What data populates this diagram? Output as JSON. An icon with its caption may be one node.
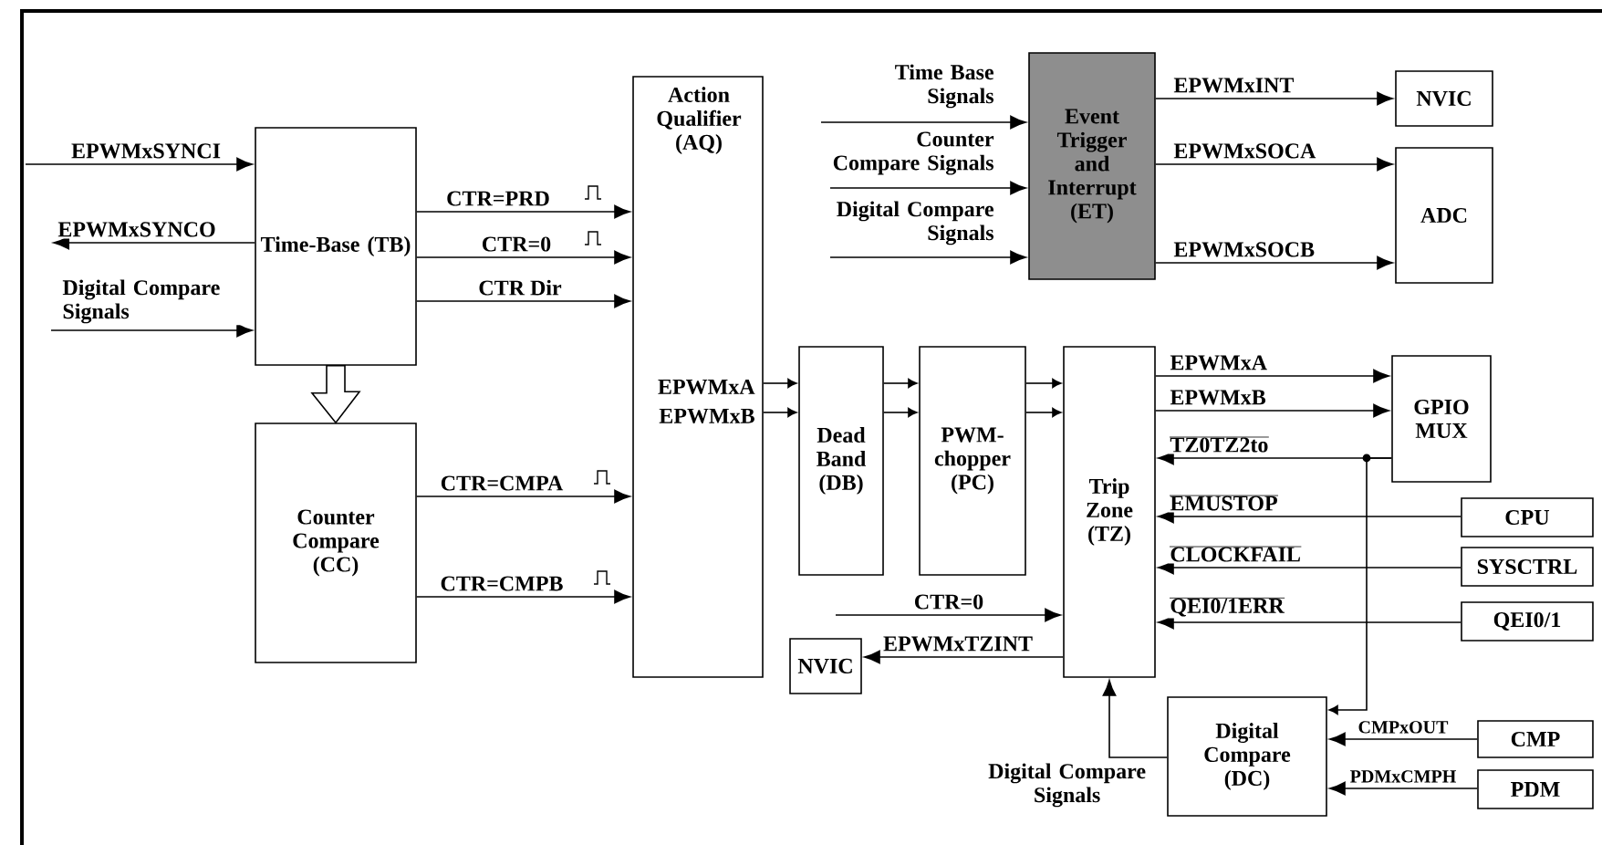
{
  "diagram": {
    "nodes": [
      {
        "text": [
          "Time-Base (TB)"
        ]
      },
      {
        "text": [
          "Counter Compare (CC)"
        ]
      },
      {
        "text": [
          "Action Qualifier (AQ)",
          "EPWMxA",
          "EPWMxB"
        ]
      },
      {
        "text": [
          "Event Trigger and Interrupt (ET)"
        ]
      },
      {
        "text": [
          "NVIC"
        ]
      },
      {
        "text": [
          "ADC"
        ]
      },
      {
        "text": [
          "Dead Band (DB)"
        ]
      },
      {
        "text": [
          "PWM-chopper (PC)"
        ]
      },
      {
        "text": [
          "Trip Zone (TZ)"
        ]
      },
      {
        "text": [
          "GPIO MUX"
        ]
      },
      {
        "text": [
          "CPU"
        ]
      },
      {
        "text": [
          "SYSCTRL"
        ]
      },
      {
        "text": [
          "QEI0/1"
        ]
      },
      {
        "text": [
          "NVIC"
        ]
      },
      {
        "text": [
          "Digital Compare (DC)"
        ]
      },
      {
        "text": [
          "CMP"
        ]
      },
      {
        "text": [
          "PDM"
        ]
      }
    ],
    "edges": [
      {
        "from": null,
        "to": 0,
        "arrow": "to",
        "label": "EPWMxSYNCI"
      },
      {
        "from": 0,
        "to": null,
        "arrow": "to",
        "label": "EPWMxSYNCO"
      },
      {
        "from": null,
        "to": 0,
        "arrow": "to",
        "label": "Digital Compare Signals"
      },
      {
        "from": 0,
        "to": 2,
        "arrow": "to",
        "label": "CTR=PRD"
      },
      {
        "from": 0,
        "to": 2,
        "arrow": "to",
        "label": "CTR=0"
      },
      {
        "from": 0,
        "to": 2,
        "arrow": "to",
        "label": "CTR Dir"
      },
      {
        "from": 0,
        "to": 1,
        "arrow": "to",
        "style": "thick"
      },
      {
        "from": 1,
        "to": 2,
        "arrow": "to",
        "label": "CTR=CMPA"
      },
      {
        "from": 1,
        "to": 2,
        "arrow": "to",
        "label": "CTR=CMPB"
      },
      {
        "from": null,
        "to": 3,
        "arrow": "to",
        "label": "Time Base Signals"
      },
      {
        "from": null,
        "to": 3,
        "arrow": "to",
        "label": "Counter Compare Signals"
      },
      {
        "from": null,
        "to": 3,
        "arrow": "to",
        "label": "Digital Compare Signals"
      },
      {
        "from": 3,
        "to": 4,
        "arrow": "to",
        "label": "EPWMxINT"
      },
      {
        "from": 3,
        "to": 5,
        "arrow": "to",
        "label": "EPWMxSOCA"
      },
      {
        "from": 3,
        "to": 5,
        "arrow": "to",
        "label": "EPWMxSOCB"
      },
      {
        "from": 2,
        "to": 6,
        "arrow": "to"
      },
      {
        "from": 2,
        "to": 6,
        "arrow": "to"
      },
      {
        "from": 6,
        "to": 7,
        "arrow": "to"
      },
      {
        "from": 6,
        "to": 7,
        "arrow": "to"
      },
      {
        "from": 7,
        "to": 8,
        "arrow": "to"
      },
      {
        "from": 7,
        "to": 8,
        "arrow": "to"
      },
      {
        "from": 8,
        "to": 9,
        "arrow": "to",
        "label": "EPWMxA"
      },
      {
        "from": 8,
        "to": 9,
        "arrow": "to",
        "label": "EPWMxB"
      },
      {
        "from": 9,
        "to": 8,
        "arrow": "to",
        "label": "TZ0TZ2to"
      },
      {
        "from": 9,
        "to": 14,
        "arrow": "to"
      },
      {
        "from": 10,
        "to": 8,
        "arrow": "to",
        "label": "EMUSTOP"
      },
      {
        "from": 11,
        "to": 8,
        "arrow": "to",
        "label": "CLOCKFAIL"
      },
      {
        "from": 12,
        "to": 8,
        "arrow": "to",
        "label": "QEI0/1ERR"
      },
      {
        "from": null,
        "to": 8,
        "arrow": "to",
        "label": "CTR=0"
      },
      {
        "from": 8,
        "to": 13,
        "arrow": "to",
        "label": "EPWMxTZINT"
      },
      {
        "from": 14,
        "to": 8,
        "arrow": "to",
        "label": "Digital Compare Signals"
      },
      {
        "from": 15,
        "to": 14,
        "arrow": "to",
        "label": "CMPxOUT"
      },
      {
        "from": 16,
        "to": 14,
        "arrow": "to",
        "label": "PDMxCMPH"
      }
    ]
  }
}
